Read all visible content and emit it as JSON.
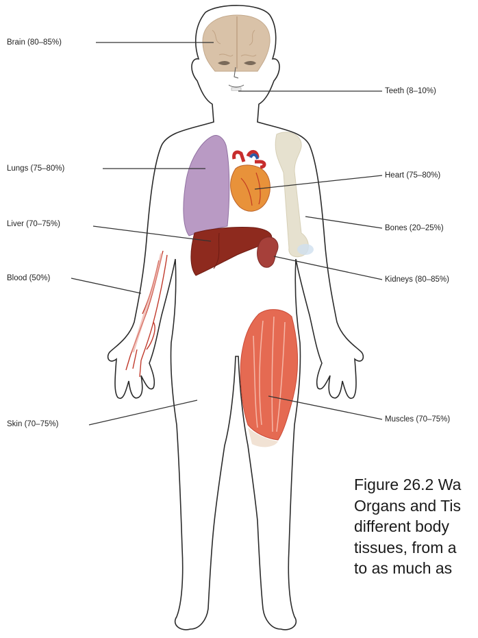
{
  "labels": {
    "brain": "Brain (80–85%)",
    "teeth": "Teeth (8–10%)",
    "lungs": "Lungs (75–80%)",
    "heart": "Heart (75–80%)",
    "liver": "Liver (70–75%)",
    "bones": "Bones (20–25%)",
    "blood": "Blood (50%)",
    "kidneys": "Kidneys (80–85%)",
    "skin": "Skin (70–75%)",
    "muscles": "Muscles (70–75%)"
  },
  "caption": {
    "line1": "Figure 26.2 Wa",
    "line2": "Organs and Tis",
    "line3": "different body",
    "line4": "tissues, from a",
    "line5": "to as much as"
  },
  "colors": {
    "outline": "#2a2a2a",
    "leader": "#333333",
    "brain": "#d9c2a8",
    "lungs": "#b99ac4",
    "heart": "#e8923a",
    "liver": "#8e2a1e",
    "kidney": "#a6403a",
    "bone": "#e6e1cf",
    "muscle": "#e56a52",
    "vessel": "#c0392b"
  }
}
